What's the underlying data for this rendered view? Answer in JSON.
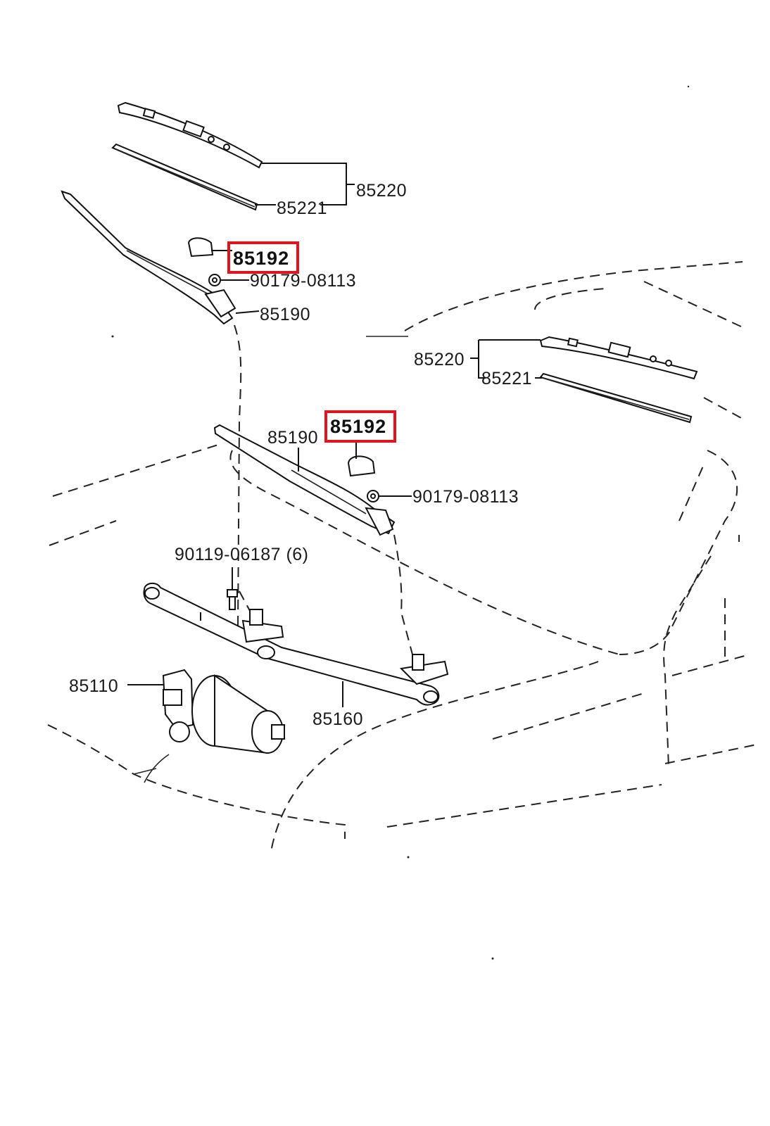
{
  "callouts": {
    "blade_assembly_left": "85220",
    "blade_insert_left": "85221",
    "cap_left": "85192",
    "nut_left": "90179-08113",
    "arm_left": "85190",
    "blade_assembly_right": "85220",
    "blade_insert_right": "85221",
    "cap_right": "85192",
    "arm_right": "85190",
    "nut_right": "90179-08113",
    "bolt": "90119-06187 (6)",
    "motor": "85110",
    "link": "85160"
  },
  "highlight_color": "#e0141e"
}
